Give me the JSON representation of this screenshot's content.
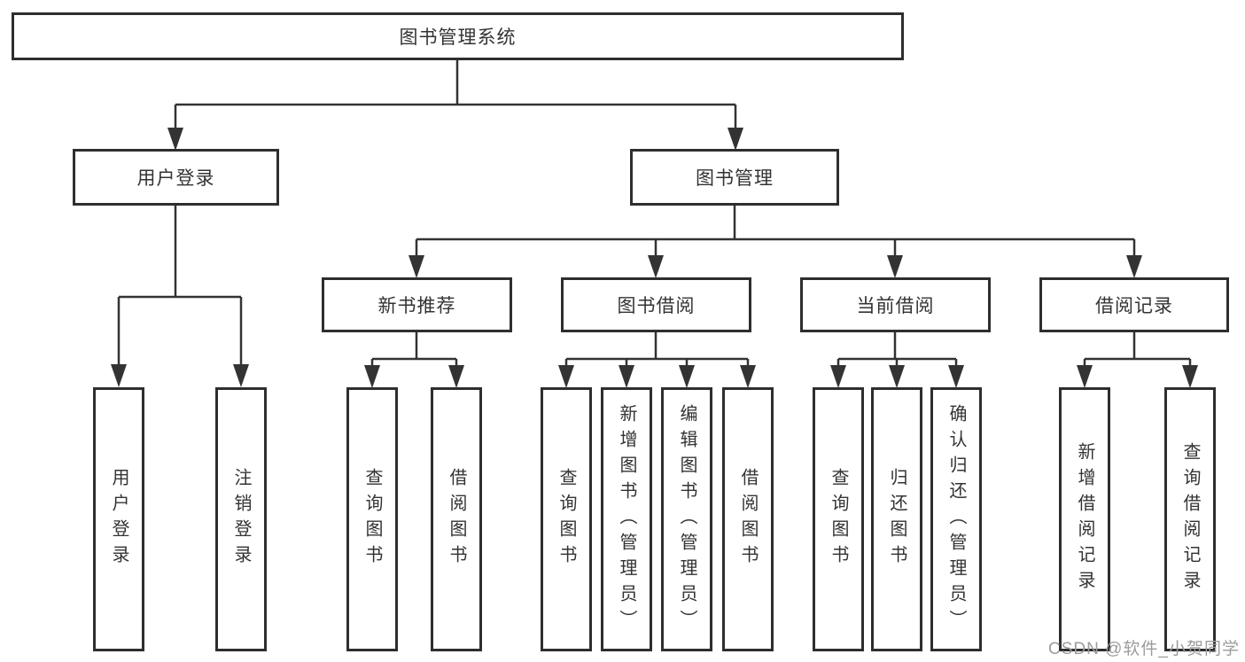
{
  "diagram": {
    "tree": {
      "label": "图书管理系统",
      "children": [
        {
          "label": "用户登录",
          "children": [
            {
              "label": "用户登录"
            },
            {
              "label": "注销登录"
            }
          ]
        },
        {
          "label": "图书管理",
          "children": [
            {
              "label": "新书推荐",
              "children": [
                {
                  "label": "查询图书"
                },
                {
                  "label": "借阅图书"
                }
              ]
            },
            {
              "label": "图书借阅",
              "children": [
                {
                  "label": "查询图书"
                },
                {
                  "label": "新增图书（管理员）"
                },
                {
                  "label": "编辑图书（管理员）"
                },
                {
                  "label": "借阅图书"
                }
              ]
            },
            {
              "label": "当前借阅",
              "children": [
                {
                  "label": "查询图书"
                },
                {
                  "label": "归还图书"
                },
                {
                  "label": "确认归还（管理员）"
                }
              ]
            },
            {
              "label": "借阅记录",
              "children": [
                {
                  "label": "新增借阅记录"
                },
                {
                  "label": "查询借阅记录"
                }
              ]
            }
          ]
        }
      ]
    },
    "colors": {
      "line": "#333333",
      "border": "#2e2e2e",
      "text": "#333333",
      "background": "#ffffff",
      "watermark": "#9c9c9c"
    }
  },
  "watermark": {
    "text": "CSDN @软件_小贺同学"
  }
}
